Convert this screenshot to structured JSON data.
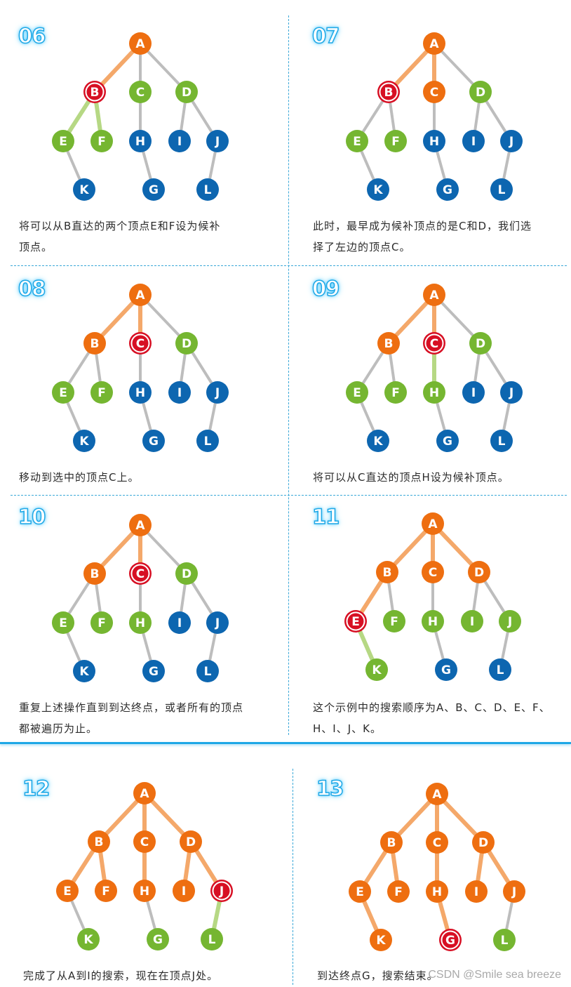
{
  "palette": {
    "orange": "#ee6e10",
    "green": "#75b631",
    "blue": "#0d66b0",
    "red": "#d70f23",
    "edge_gray": "#bdbdbd",
    "edge_orange": "#f4a86a",
    "edge_lightgreen": "#b6d884"
  },
  "panels": [
    {
      "number": "06",
      "caption": [
        "将可以从B直达的两个顶点E和F设为候补",
        "顶点。"
      ],
      "node_states": {
        "A": "orange",
        "B": "red",
        "C": "green",
        "D": "green",
        "E": "green",
        "F": "green",
        "H": "blue",
        "I": "blue",
        "J": "blue",
        "K": "blue",
        "G": "blue",
        "L": "blue"
      },
      "edge_states": {
        "A-B": "orange",
        "A-C": "gray",
        "A-D": "gray",
        "B-E": "lightgreen",
        "B-F": "lightgreen",
        "C-H": "gray",
        "D-I": "gray",
        "D-J": "gray",
        "E-K": "gray",
        "H-G": "gray",
        "J-L": "gray"
      }
    },
    {
      "number": "07",
      "caption": [
        "此时，最早成为候补顶点的是C和D，我们选",
        "择了左边的顶点C。"
      ],
      "node_states": {
        "A": "orange",
        "B": "red",
        "C": "orange",
        "D": "green",
        "E": "green",
        "F": "green",
        "H": "blue",
        "I": "blue",
        "J": "blue",
        "K": "blue",
        "G": "blue",
        "L": "blue"
      },
      "edge_states": {
        "A-B": "orange",
        "A-C": "orange",
        "A-D": "gray",
        "B-E": "gray",
        "B-F": "gray",
        "C-H": "gray",
        "D-I": "gray",
        "D-J": "gray",
        "E-K": "gray",
        "H-G": "gray",
        "J-L": "gray"
      }
    },
    {
      "number": "08",
      "caption": [
        "移动到选中的顶点C上。"
      ],
      "node_states": {
        "A": "orange",
        "B": "orange",
        "C": "red",
        "D": "green",
        "E": "green",
        "F": "green",
        "H": "blue",
        "I": "blue",
        "J": "blue",
        "K": "blue",
        "G": "blue",
        "L": "blue"
      },
      "edge_states": {
        "A-B": "orange",
        "A-C": "orange",
        "A-D": "gray",
        "B-E": "gray",
        "B-F": "gray",
        "C-H": "gray",
        "D-I": "gray",
        "D-J": "gray",
        "E-K": "gray",
        "H-G": "gray",
        "J-L": "gray"
      }
    },
    {
      "number": "09",
      "caption": [
        "将可以从C直达的顶点H设为候补顶点。"
      ],
      "node_states": {
        "A": "orange",
        "B": "orange",
        "C": "red",
        "D": "green",
        "E": "green",
        "F": "green",
        "H": "green",
        "I": "blue",
        "J": "blue",
        "K": "blue",
        "G": "blue",
        "L": "blue"
      },
      "edge_states": {
        "A-B": "orange",
        "A-C": "orange",
        "A-D": "gray",
        "B-E": "gray",
        "B-F": "gray",
        "C-H": "lightgreen",
        "D-I": "gray",
        "D-J": "gray",
        "E-K": "gray",
        "H-G": "gray",
        "J-L": "gray"
      }
    },
    {
      "number": "10",
      "caption": [
        "重复上述操作直到到达终点，或者所有的顶点",
        "都被遍历为止。"
      ],
      "node_states": {
        "A": "orange",
        "B": "orange",
        "C": "red",
        "D": "green",
        "E": "green",
        "F": "green",
        "H": "green",
        "I": "blue",
        "J": "blue",
        "K": "blue",
        "G": "blue",
        "L": "blue"
      },
      "edge_states": {
        "A-B": "orange",
        "A-C": "orange",
        "A-D": "gray",
        "B-E": "gray",
        "B-F": "gray",
        "C-H": "gray",
        "D-I": "gray",
        "D-J": "gray",
        "E-K": "gray",
        "H-G": "gray",
        "J-L": "gray"
      }
    },
    {
      "number": "11",
      "caption": [
        "这个示例中的搜索顺序为A、B、C、D、E、F、",
        "H、I、J、K。"
      ],
      "node_states": {
        "A": "orange",
        "B": "orange",
        "C": "orange",
        "D": "orange",
        "E": "red",
        "F": "green",
        "H": "green",
        "I": "green",
        "J": "green",
        "K": "green",
        "G": "blue",
        "L": "blue"
      },
      "edge_states": {
        "A-B": "orange",
        "A-C": "orange",
        "A-D": "orange",
        "B-E": "orange",
        "B-F": "gray",
        "C-H": "gray",
        "D-I": "gray",
        "D-J": "gray",
        "E-K": "lightgreen",
        "H-G": "gray",
        "J-L": "gray"
      }
    },
    {
      "number": "12",
      "caption": [
        "完成了从A到I的搜索，现在在顶点J处。"
      ],
      "node_states": {
        "A": "orange",
        "B": "orange",
        "C": "orange",
        "D": "orange",
        "E": "orange",
        "F": "orange",
        "H": "orange",
        "I": "orange",
        "J": "red",
        "K": "green",
        "G": "green",
        "L": "green"
      },
      "edge_states": {
        "A-B": "orange",
        "A-C": "orange",
        "A-D": "orange",
        "B-E": "orange",
        "B-F": "orange",
        "C-H": "orange",
        "D-I": "orange",
        "D-J": "orange",
        "E-K": "gray",
        "H-G": "gray",
        "J-L": "lightgreen"
      }
    },
    {
      "number": "13",
      "caption": [
        "到达终点G，搜索结束。"
      ],
      "node_states": {
        "A": "orange",
        "B": "orange",
        "C": "orange",
        "D": "orange",
        "E": "orange",
        "F": "orange",
        "H": "orange",
        "I": "orange",
        "J": "orange",
        "K": "orange",
        "G": "red",
        "L": "green"
      },
      "edge_states": {
        "A-B": "orange",
        "A-C": "orange",
        "A-D": "orange",
        "B-E": "orange",
        "B-F": "orange",
        "C-H": "orange",
        "D-I": "orange",
        "D-J": "orange",
        "E-K": "orange",
        "H-G": "orange",
        "J-L": "gray"
      }
    }
  ],
  "watermark": "CSDN @Smile sea breeze"
}
